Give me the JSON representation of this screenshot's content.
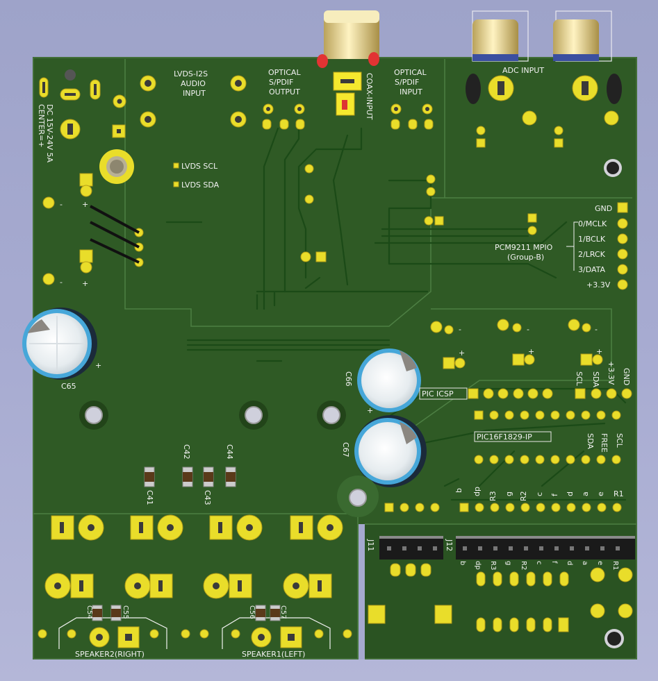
{
  "labels": {
    "dc_input": "DC 15V-24V 5A",
    "dc_center": "CENTER=+",
    "lvds_i2s_1": "LVDS-I2S",
    "lvds_i2s_2": "AUDIO",
    "lvds_i2s_3": "INPUT",
    "optical_out_1": "OPTICAL",
    "optical_out_2": "S/PDIF",
    "optical_out_3": "OUTPUT",
    "coax_input": "COAX-INPUT",
    "optical_in_1": "OPTICAL",
    "optical_in_2": "S/PDIF",
    "optical_in_3": "INPUT",
    "adc_input": "ADC INPUT",
    "lvds_scl": "LVDS SCL",
    "lvds_sda": "LVDS SDA",
    "c65": "C65",
    "c66": "C66",
    "c67": "C67",
    "c41": "C41",
    "c42": "C42",
    "c43": "C43",
    "c44": "C44",
    "c54": "C54",
    "c55": "C55",
    "c56": "C56",
    "c57": "C57",
    "j11": "J11",
    "j12": "J12",
    "speaker2": "SPEAKER2(RIGHT)",
    "speaker1": "SPEAKER1(LEFT)",
    "pic_icsp": "PIC ICSP",
    "pic_chip": "PIC16F1829-IP",
    "mpio_title": "PCM9211 MPIO",
    "mpio_group": "(Group-B)",
    "plus": "+",
    "minus": "-"
  },
  "mpio_pins": [
    "GND",
    "0/MCLK",
    "1/BCLK",
    "2/LRCK",
    "3/DATA",
    "+3.3V"
  ],
  "i2c_header": [
    "SCL",
    "SDA",
    "+3.3V",
    "GND"
  ],
  "aux_labels": [
    "SDA",
    "FREE",
    "SCL"
  ],
  "seg_labels": [
    "b",
    "dp",
    "R3",
    "g",
    "R2",
    "c",
    "f",
    "d",
    "a",
    "e",
    "R1"
  ],
  "header_labels": [
    "b",
    "dp",
    "R3",
    "g",
    "R2",
    "c",
    "f",
    "d",
    "a",
    "e",
    "R1"
  ]
}
